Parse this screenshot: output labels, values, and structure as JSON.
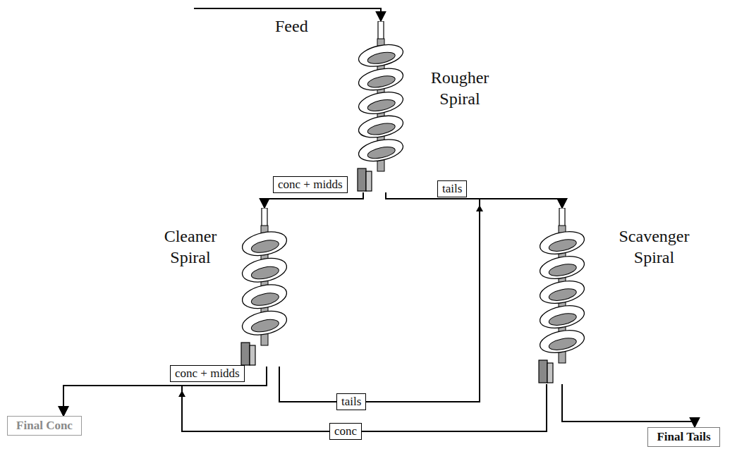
{
  "diagram": {
    "nodes": [
      {
        "text": [
          "Rougher Spiral"
        ]
      },
      {
        "text": [
          "Cleaner Spiral"
        ]
      },
      {
        "text": [
          "Scavenger Spiral"
        ]
      },
      {
        "text": [
          "Final Conc"
        ]
      },
      {
        "text": [
          "Final Tails"
        ]
      }
    ],
    "edges": [
      {
        "from": 0,
        "to": 1,
        "label": "conc + midds",
        "arrow": "to"
      },
      {
        "from": 0,
        "to": 2,
        "label": "tails",
        "arrow": "to"
      },
      {
        "from": 1,
        "to": 2,
        "label": "tails",
        "arrow": "to"
      },
      {
        "from": 1,
        "to": 3,
        "label": "conc + midds",
        "arrow": "to"
      },
      {
        "from": 2,
        "to": 3,
        "label": "conc",
        "arrow": "to"
      },
      {
        "from": 2,
        "to": 4,
        "arrow": "to"
      }
    ],
    "labels": [
      "Feed"
    ]
  }
}
